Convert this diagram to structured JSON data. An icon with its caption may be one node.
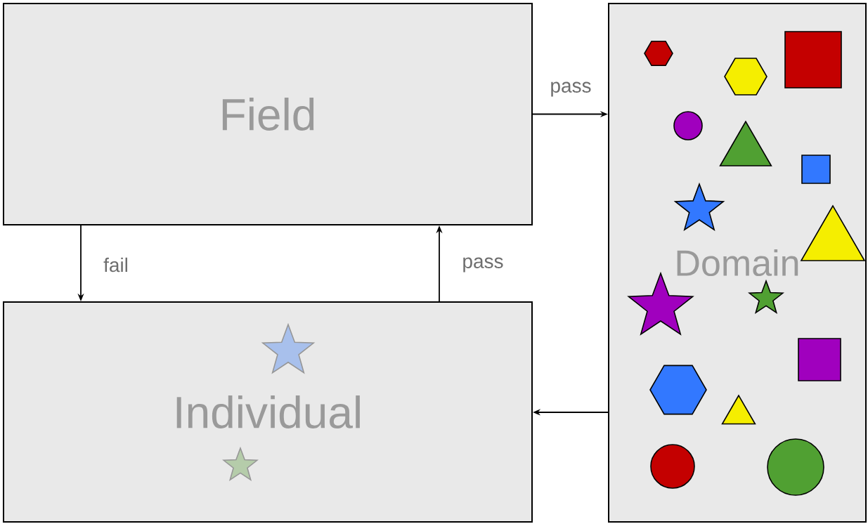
{
  "diagram": {
    "nodes": [
      {
        "text": [
          "Field"
        ]
      },
      {
        "text": [
          "Domain"
        ]
      },
      {
        "text": [
          "Individual"
        ]
      }
    ],
    "edges": [
      {
        "from": 0,
        "to": 1,
        "arrow": "to",
        "label": "pass"
      },
      {
        "from": 0,
        "to": 2,
        "arrow": "to",
        "label": "fail"
      },
      {
        "from": 2,
        "to": 0,
        "arrow": "to",
        "label": "pass"
      },
      {
        "from": 1,
        "to": 2,
        "arrow": "to"
      }
    ]
  }
}
